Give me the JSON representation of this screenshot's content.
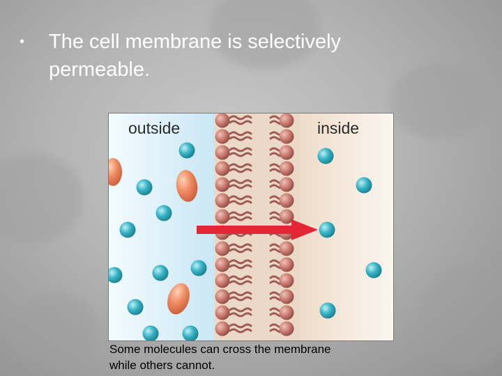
{
  "slide": {
    "bullet_char": "•",
    "bullet_line1": "The cell membrane is selectively",
    "bullet_line2": "permeable.",
    "caption_line1": "Some molecules can cross the membrane",
    "caption_line2": "while others cannot."
  },
  "figure": {
    "outside_label": "outside",
    "inside_label": "inside",
    "colors": {
      "outside_fill": "#d7eef8",
      "membrane_fill": "#ecd8c6",
      "inside_fill": "#f4e7da",
      "phospholipid_head": "#c97a6f",
      "lipid_tail": "#9e5a55",
      "small_molecule": "#38b4c6",
      "large_molecule": "#f08a60",
      "arrow": "#e32636"
    }
  }
}
